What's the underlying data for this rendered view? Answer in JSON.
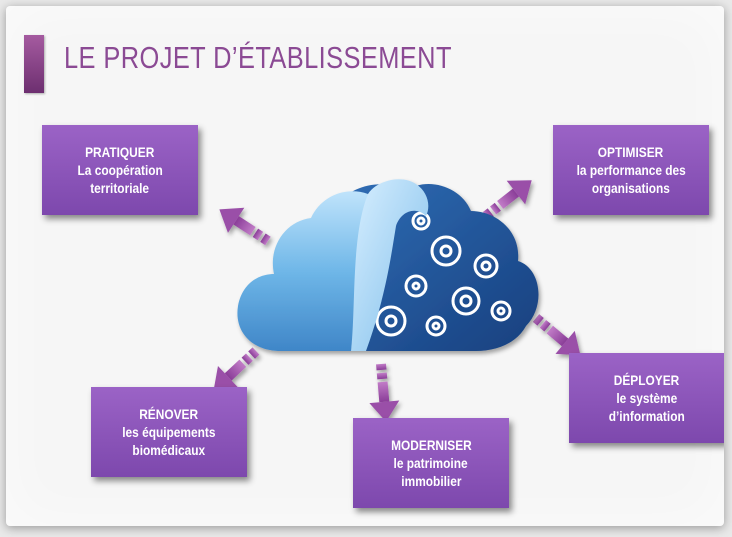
{
  "title": "LE PROJET D’ÉTABLISSEMENT",
  "colors": {
    "accent": "#8b4a94",
    "box": "#8a55b8",
    "arrow": "#9a4fa8",
    "cloud": "#5ea6dc"
  },
  "boxes": {
    "pratiquer": {
      "line1": "PRATIQUER",
      "line2": "La coopération",
      "line3": "territoriale"
    },
    "optimiser": {
      "line1": "OPTIMISER",
      "line2": "la performance des",
      "line3": "organisations"
    },
    "deployer": {
      "line1": "DÉPLOYER",
      "line2": "le système",
      "line3": "d’information"
    },
    "renover": {
      "line1": "RÉNOVER",
      "line2": "les équipements",
      "line3": "biomédicaux"
    },
    "moderniser": {
      "line1": "MODERNISER",
      "line2": "le patrimoine",
      "line3": "immobilier"
    }
  },
  "icons": [
    "cloud-icon",
    "gears-icon",
    "arrow-icon"
  ]
}
